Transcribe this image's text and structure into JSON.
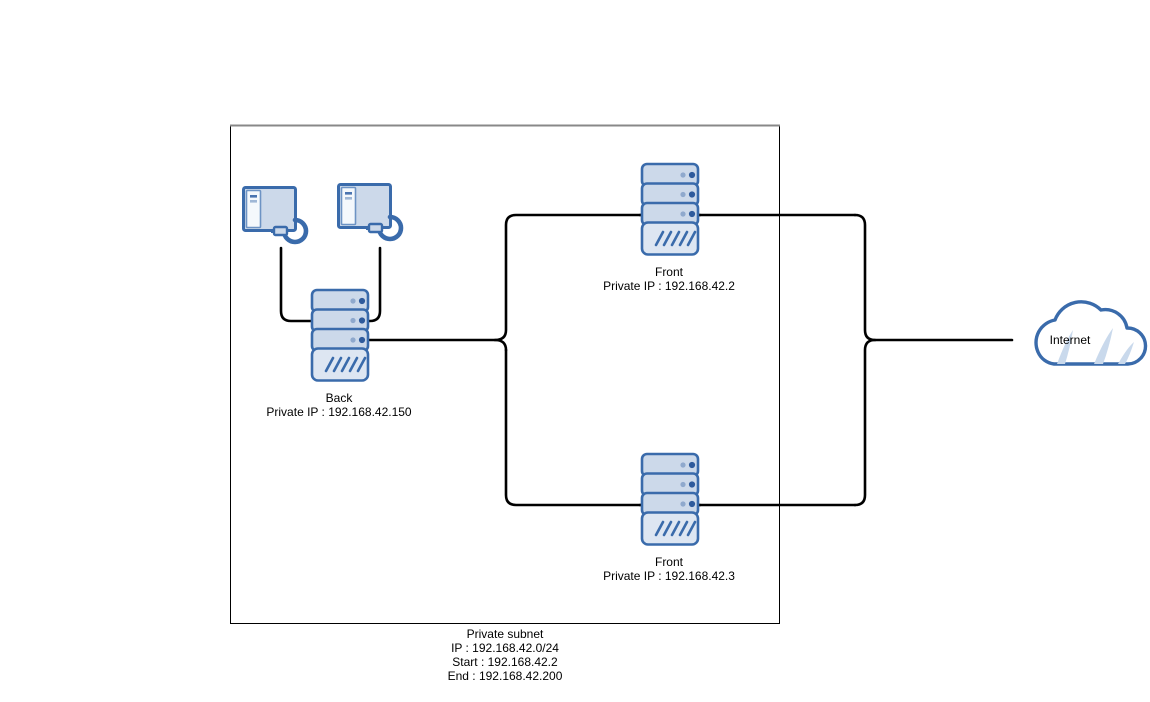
{
  "diagram": {
    "title": "Private subnet network diagram",
    "background": "#ffffff",
    "colors": {
      "line": "#000000",
      "subnet_border_top": "#888888",
      "subnet_border": "#000000",
      "device_stroke": "#3a6bab",
      "device_fill": "#ccd9ea",
      "device_fill_light": "#f2f6fb",
      "dot_light": "#8fa9cd",
      "dot_dark": "#2f5b9c",
      "cloud_shade": "#c9d9ec",
      "text": "#000000"
    }
  },
  "subnet": {
    "name": "private-subnet-boundary",
    "caption_lines": [
      "Private subnet",
      "IP : 192.168.42.0/24",
      "Start : 192.168.42.2",
      "End : 192.168.42.200"
    ]
  },
  "nodes": {
    "client_a": {
      "icon": "desktop-computer-icon",
      "label": ""
    },
    "client_b": {
      "icon": "desktop-computer-icon",
      "label": ""
    },
    "back_server": {
      "icon": "server-rack-icon",
      "name_line": "Back",
      "ip_line": "Private IP : 192.168.42.150"
    },
    "front_server_top": {
      "icon": "server-rack-icon",
      "name_line": "Front",
      "ip_line": "Private IP : 192.168.42.2"
    },
    "front_server_bottom": {
      "icon": "server-rack-icon",
      "name_line": "Front",
      "ip_line": "Private IP : 192.168.42.3"
    },
    "internet": {
      "icon": "cloud-icon",
      "label": "Internet"
    }
  },
  "connections": [
    {
      "from": "client_a",
      "to": "back_server"
    },
    {
      "from": "client_b",
      "to": "back_server"
    },
    {
      "from": "back_server",
      "to": "load-balancer-bus"
    },
    {
      "from": "load-balancer-bus",
      "to": "front_server_top"
    },
    {
      "from": "load-balancer-bus",
      "to": "front_server_bottom"
    },
    {
      "from": "load-balancer-bus",
      "to": "internet"
    }
  ]
}
